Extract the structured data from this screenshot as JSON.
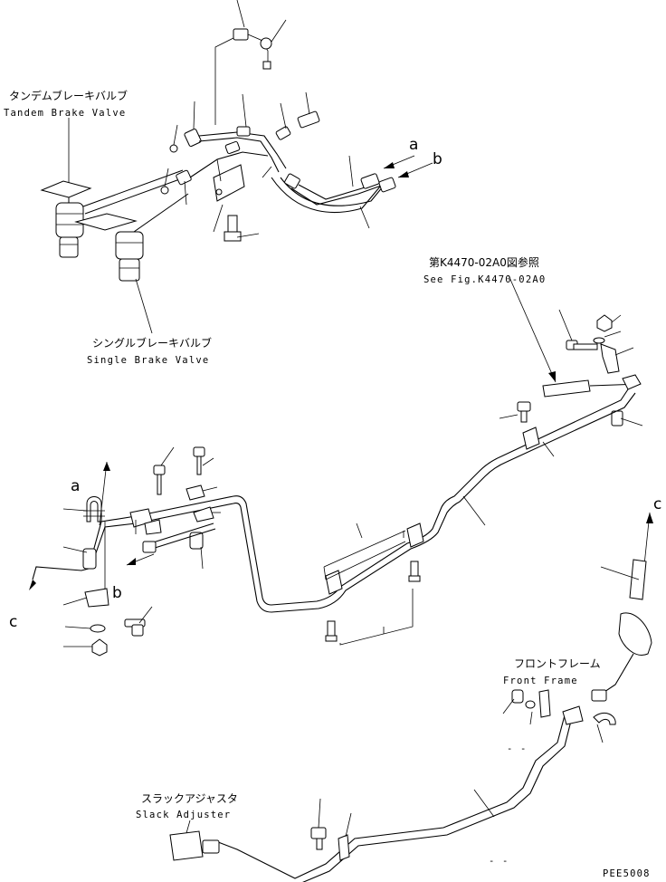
{
  "labels": {
    "tandem_brake_valve_jp": "タンデムブレーキバルブ",
    "tandem_brake_valve_en": "Tandem Brake Valve",
    "single_brake_valve_jp": "シングルブレーキバルブ",
    "single_brake_valve_en": "Single Brake Valve",
    "see_fig_jp": "第K4470-02A0図参照",
    "see_fig_en": "See Fig.K4470-02A0",
    "front_frame_jp": "フロントフレーム",
    "front_frame_en": "Front Frame",
    "slack_adjuster_jp": "スラックアジャスタ",
    "slack_adjuster_en": "Slack Adjuster",
    "drawing_code": "PEE5008"
  },
  "connection_markers": {
    "a_top": "a",
    "b_top": "b",
    "a_left": "a",
    "b_left": "b",
    "c_left": "c",
    "c_right": "c"
  },
  "callouts": {
    "dash_1": "- -",
    "dash_2": "- -"
  }
}
